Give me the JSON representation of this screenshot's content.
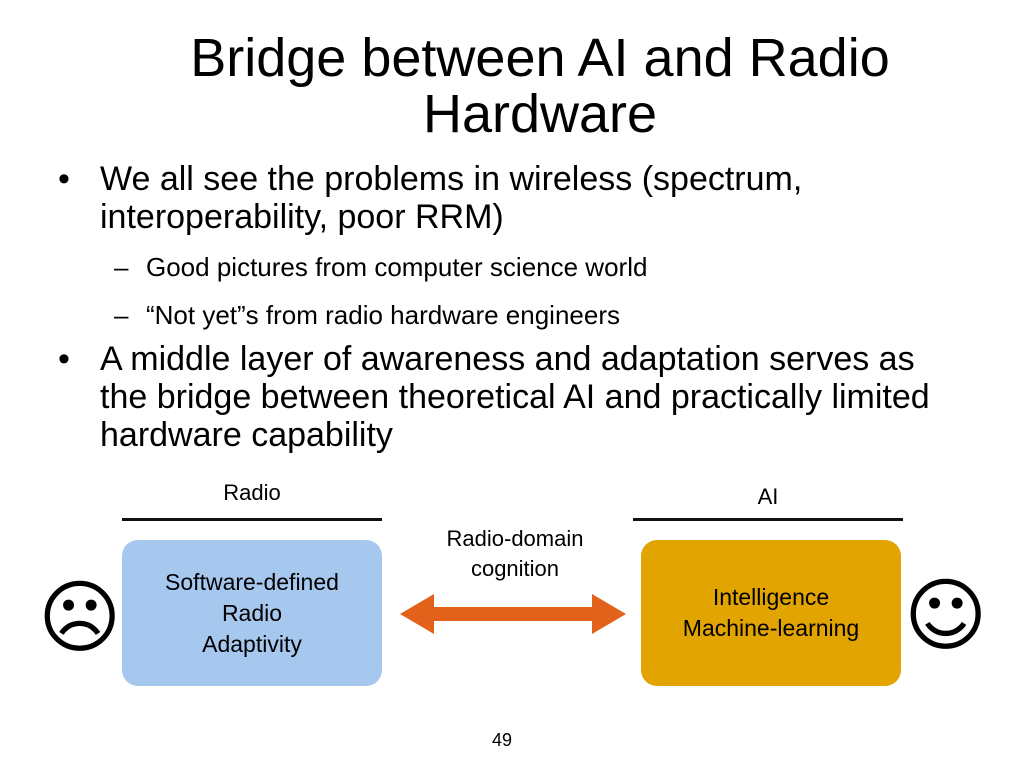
{
  "slide": {
    "title": "Bridge between AI and Radio Hardware",
    "page_number": "49"
  },
  "bullets": [
    {
      "marker": "•",
      "text": "We all see the problems in wireless (spectrum, interoperability, poor RRM)",
      "sub": [
        {
          "marker": "–",
          "text": "Good pictures from computer science world"
        },
        {
          "marker": "–",
          "text": "“Not yet”s from radio hardware engineers"
        }
      ]
    },
    {
      "marker": "•",
      "text": "A middle layer of awareness and adaptation serves as the bridge between theoretical AI and practically limited hardware capability"
    }
  ],
  "diagram": {
    "left_heading": "Radio",
    "right_heading": "AI",
    "middle_label_line1": "Radio-domain",
    "middle_label_line2": "cognition",
    "left_box_lines": [
      "Software-defined",
      "Radio",
      "Adaptivity"
    ],
    "right_box_lines": [
      "Intelligence",
      "Machine-learning"
    ],
    "left_face": "☹",
    "right_face": "☺",
    "colors": {
      "left_box": "#a6c8ee",
      "right_box": "#e2a400",
      "arrow": "#e2621b"
    }
  }
}
